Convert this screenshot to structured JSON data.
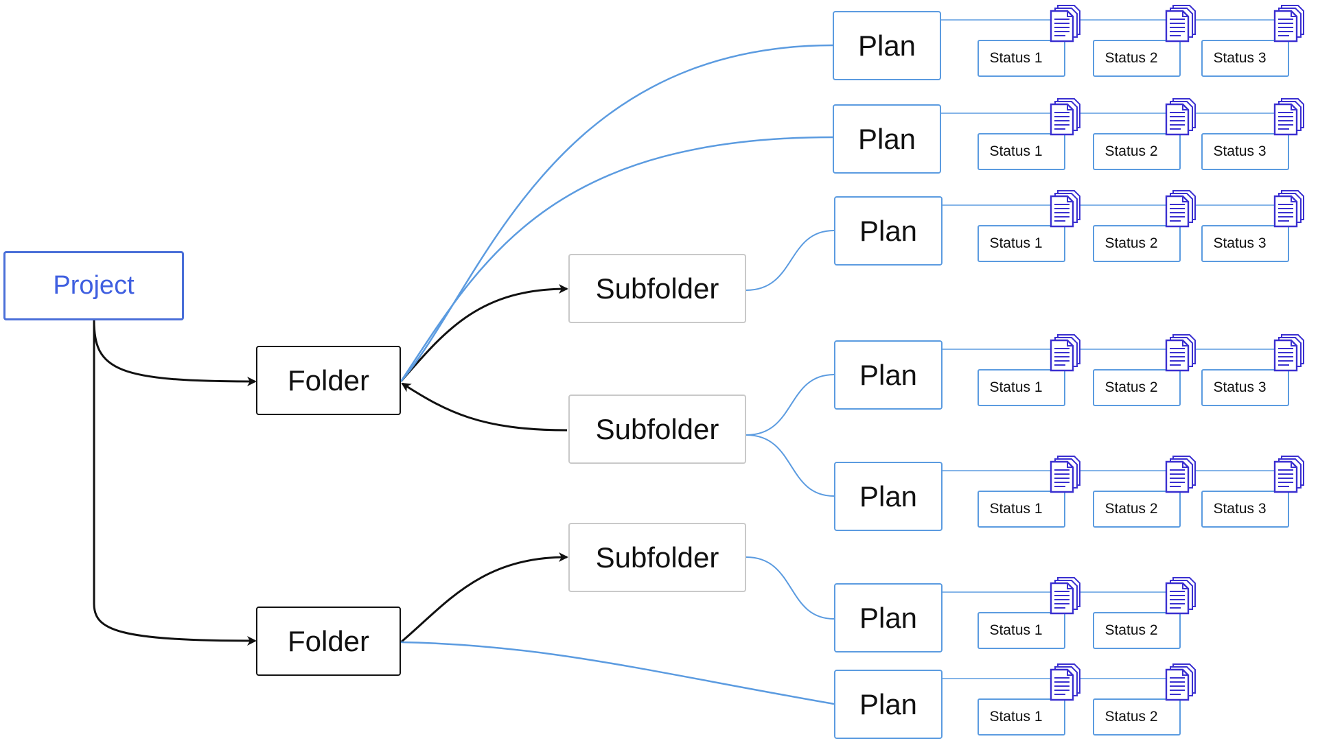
{
  "project": {
    "label": "Project"
  },
  "folders": [
    {
      "label": "Folder"
    },
    {
      "label": "Folder"
    }
  ],
  "subfolders": [
    {
      "label": "Subfolder"
    },
    {
      "label": "Subfolder"
    },
    {
      "label": "Subfolder"
    }
  ],
  "plans": [
    {
      "label": "Plan",
      "statuses": [
        "Status 1",
        "Status 2",
        "Status 3"
      ]
    },
    {
      "label": "Plan",
      "statuses": [
        "Status 1",
        "Status 2",
        "Status 3"
      ]
    },
    {
      "label": "Plan",
      "statuses": [
        "Status 1",
        "Status 2",
        "Status 3"
      ]
    },
    {
      "label": "Plan",
      "statuses": [
        "Status 1",
        "Status 2",
        "Status 3"
      ]
    },
    {
      "label": "Plan",
      "statuses": [
        "Status 1",
        "Status 2",
        "Status 3"
      ]
    },
    {
      "label": "Plan",
      "statuses": [
        "Status 1",
        "Status 2"
      ]
    },
    {
      "label": "Plan",
      "statuses": [
        "Status 1",
        "Status 2"
      ]
    }
  ],
  "colors": {
    "project": "#3f5fe0",
    "folder": "#111111",
    "subfolder": "#c9c9c9",
    "plan": "#5b9be0",
    "document_icon": "#3a2fd0"
  },
  "icons": {
    "status_document": "document-stack-icon"
  }
}
